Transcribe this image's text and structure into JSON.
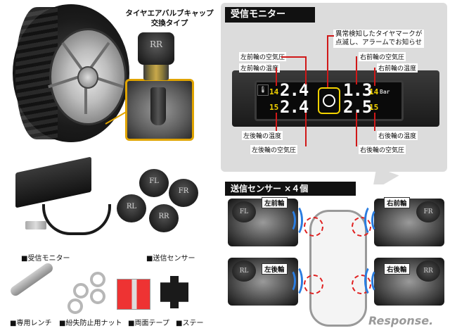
{
  "valve": {
    "title_line1": "タイヤエアバルブキャップ",
    "title_line2": "交換タイプ",
    "cap_label": "RR"
  },
  "monitor_panel": {
    "title": "受信モニター",
    "warning_note_line1": "異常検知したタイヤマークが",
    "warning_note_line2": "点滅し、アラームでお知らせ",
    "labels": {
      "fl_pressure": "左前輪の空気圧",
      "fl_temp": "左前輪の温度",
      "fr_pressure": "右前輪の空気圧",
      "fr_temp": "右前輪の温度",
      "rl_temp": "左後輪の温度",
      "rl_pressure": "左後輪の空気圧",
      "rr_temp": "右後輪の温度",
      "rr_pressure": "右後輪の空気圧"
    },
    "display": {
      "fl_temp": "14",
      "fl_pressure": "2.4",
      "rl_temp": "15",
      "rl_pressure": "2.4",
      "fr_pressure": "1.3",
      "fr_temp": "14",
      "rr_pressure": "2.5",
      "rr_temp": "15",
      "unit": "Bar"
    }
  },
  "accessories": {
    "monitor_caption": "■受信モニター",
    "sensor_caption": "■送信センサー",
    "wrench_caption": "■専用レンチ",
    "nut_caption": "■紛失防止用ナット",
    "tape_caption": "■両面テープ",
    "stay_caption": "■ステー",
    "sensor_labels": [
      "FL",
      "FR",
      "RL",
      "RR"
    ]
  },
  "sensor_diagram": {
    "title": "送信センサー ×４個",
    "fl_tag": "左前輪",
    "fr_tag": "右前輪",
    "rl_tag": "左後輪",
    "rr_tag": "右後輪",
    "cap_labels": [
      "FL",
      "FR",
      "RL",
      "RR"
    ]
  },
  "watermark": "Response.",
  "colors": {
    "accent_yellow": "#e0a400",
    "pointer_red": "#d01818",
    "wave_blue": "#2a7de1",
    "segment_yellow": "#f2d200"
  }
}
